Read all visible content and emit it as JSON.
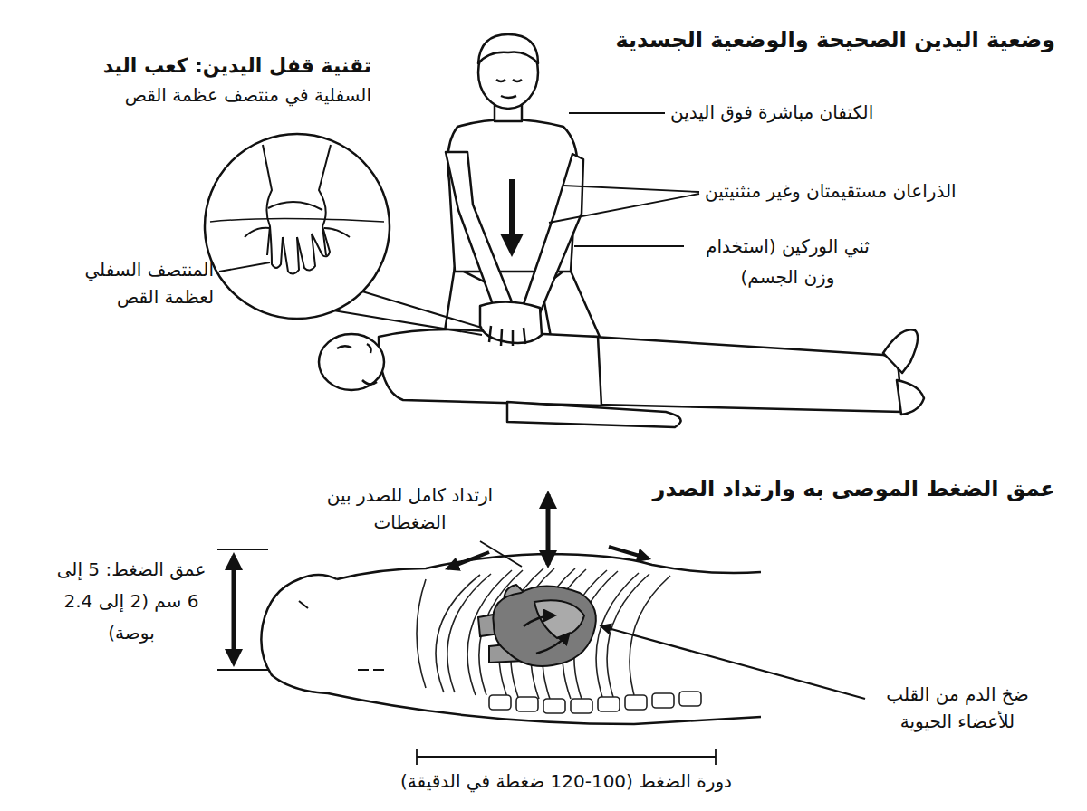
{
  "diagram": {
    "labels": [
      "وضعية اليدين الصحيحة والوضعية الجسدية",
      "تقنية قفل اليدين: كعب اليد",
      "السفلية في منتصف عظمة القص",
      "الكتفان مباشرة فوق اليدين",
      "الذراعان مستقيمتان وغير منثنيتين",
      "ثني الوركين (استخدام وزن الجسم)",
      "المنتصف السفلي لعظمة القص",
      "عمق الضغط الموصى به وارتداد الصدر",
      "ارتداد كامل للصدر بين الضغطات",
      "عمق الضغط: 5 إلى 6 سم (2 إلى 2.4 بوصة)",
      "ضخ الدم من القلب للأعضاء الحيوية",
      "دورة الضغط (100-120 ضغطة في الدقيقة)"
    ]
  }
}
